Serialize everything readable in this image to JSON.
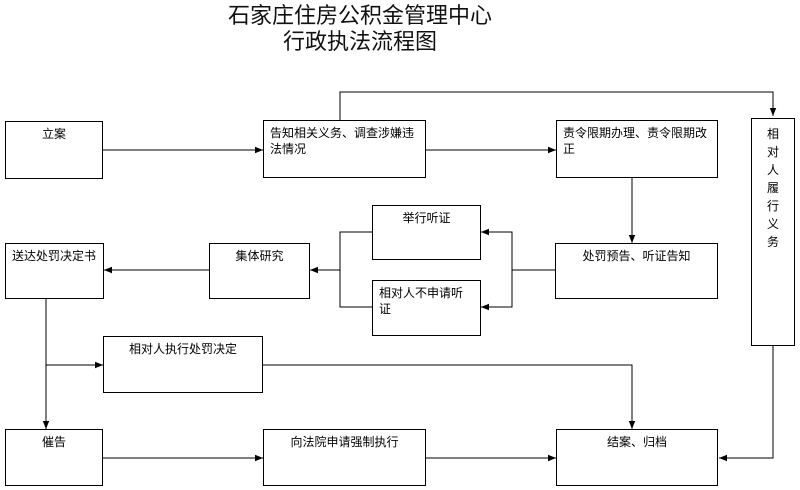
{
  "title": {
    "line1": "石家庄住房公积金管理中心",
    "line2": "行政执法流程图"
  },
  "nodes": {
    "register": "立案",
    "notify": "告知相关义务、调查涉嫌违法情况",
    "order": "责令限期办理、责令限期改正",
    "fulfill": "相对人履行义务",
    "hearing_apply": "举行听证",
    "hearing_waive": "相对人不申请听证",
    "penalty_notice": "处罚预告、听证告知",
    "collective": "集体研究",
    "deliver": "送达处罚决定书",
    "execute": "相对人执行处罚决定",
    "urge": "催告",
    "court": "向法院申请强制执行",
    "close": "结案、归档"
  }
}
